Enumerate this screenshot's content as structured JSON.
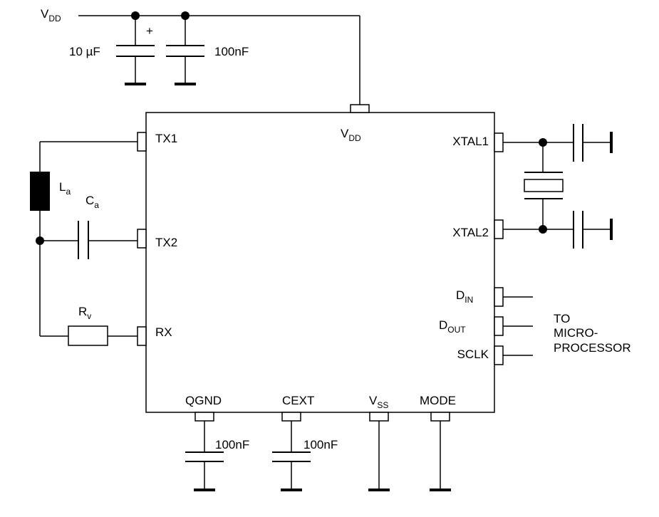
{
  "supply": {
    "label": "V",
    "sub": "DD"
  },
  "capacitors": {
    "c_bulk": {
      "value": "10 µF",
      "polarity": "+"
    },
    "c_bypass": "100nF",
    "c_qgnd": "100nF",
    "c_cext": "100nF"
  },
  "components": {
    "inductor": {
      "label": "L",
      "sub": "a"
    },
    "capacitor_a": {
      "label": "C",
      "sub": "a"
    },
    "resistor": {
      "label": "R",
      "sub": "v"
    }
  },
  "chip": {
    "pins": {
      "tx1": "TX1",
      "tx2": "TX2",
      "rx": "RX",
      "vdd": {
        "label": "V",
        "sub": "DD"
      },
      "xtal1": "XTAL1",
      "xtal2": "XTAL2",
      "din": {
        "label": "D",
        "sub": "IN"
      },
      "dout": {
        "label": "D",
        "sub": "OUT"
      },
      "sclk": "SCLK",
      "qgnd": "QGND",
      "cext": "CEXT",
      "vss": {
        "label": "V",
        "sub": "SS"
      },
      "mode": "MODE"
    }
  },
  "microprocessor_note": [
    "TO",
    "MICRO-",
    "PROCESSOR"
  ],
  "colors": {
    "line": "#000000",
    "background": "#ffffff"
  }
}
